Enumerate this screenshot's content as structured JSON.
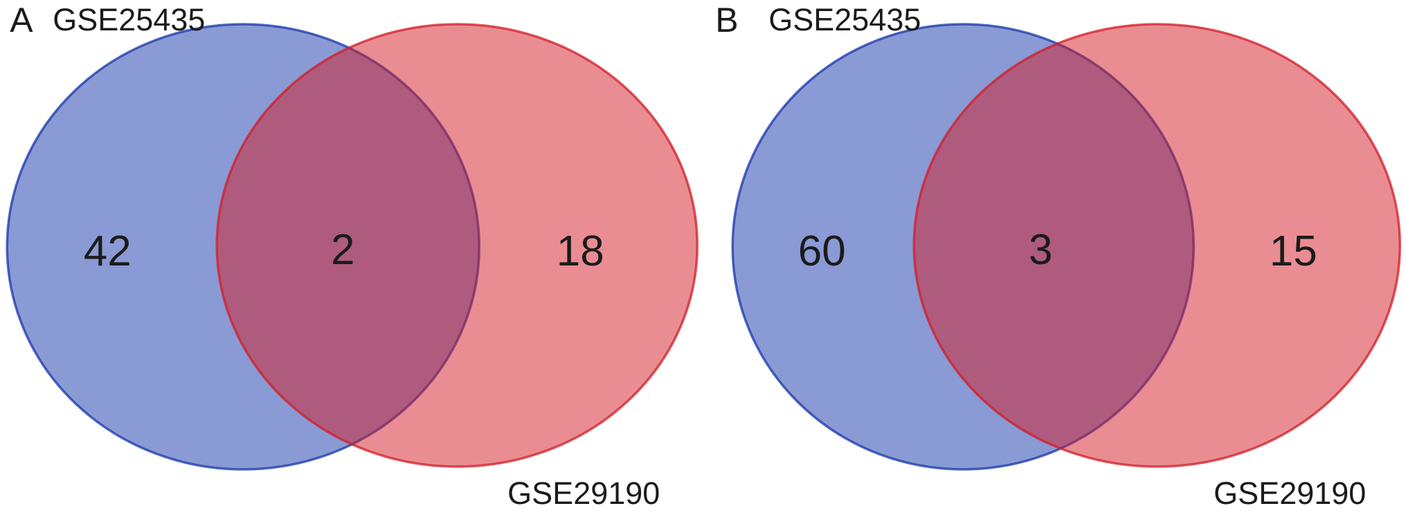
{
  "figure": {
    "background": "#ffffff",
    "panels": [
      {
        "panel_label": "A",
        "left_set_label": "GSE25435",
        "right_set_label": "GSE29190",
        "left_count": "42",
        "intersection_count": "2",
        "right_count": "18"
      },
      {
        "panel_label": "B",
        "left_set_label": "GSE25435",
        "right_set_label": "GSE29190",
        "left_count": "60",
        "intersection_count": "3",
        "right_count": "15"
      }
    ],
    "colors": {
      "blue_fill": "rgba(21,53,169,0.5)",
      "blue_stroke": "rgba(21,53,169,0.75)",
      "red_fill": "rgba(211,27,37,0.5)",
      "red_stroke": "rgba(211,27,37,0.75)",
      "blue_shown_hex": "#8A9AD4",
      "red_shown_hex": "#E98D92",
      "overlap_shown_hex": "#AB5A77",
      "text_color": "#1b1b1b",
      "background": "#ffffff"
    }
  },
  "chart_data": [
    {
      "type": "venn",
      "panel": "A",
      "sets": [
        "GSE25435",
        "GSE29190"
      ],
      "regions": {
        "GSE25435_only": 42,
        "intersection": 2,
        "GSE29190_only": 18
      },
      "set_colors": {
        "GSE25435": "#8A9AD4",
        "GSE29190": "#E98D92"
      },
      "labels_position": {
        "GSE25435": "top-left",
        "GSE29190": "bottom-right"
      }
    },
    {
      "type": "venn",
      "panel": "B",
      "sets": [
        "GSE25435",
        "GSE29190"
      ],
      "regions": {
        "GSE25435_only": 60,
        "intersection": 3,
        "GSE29190_only": 15
      },
      "set_colors": {
        "GSE25435": "#8A9AD4",
        "GSE29190": "#E98D92"
      },
      "labels_position": {
        "GSE25435": "top-left",
        "GSE29190": "bottom-right"
      }
    }
  ]
}
